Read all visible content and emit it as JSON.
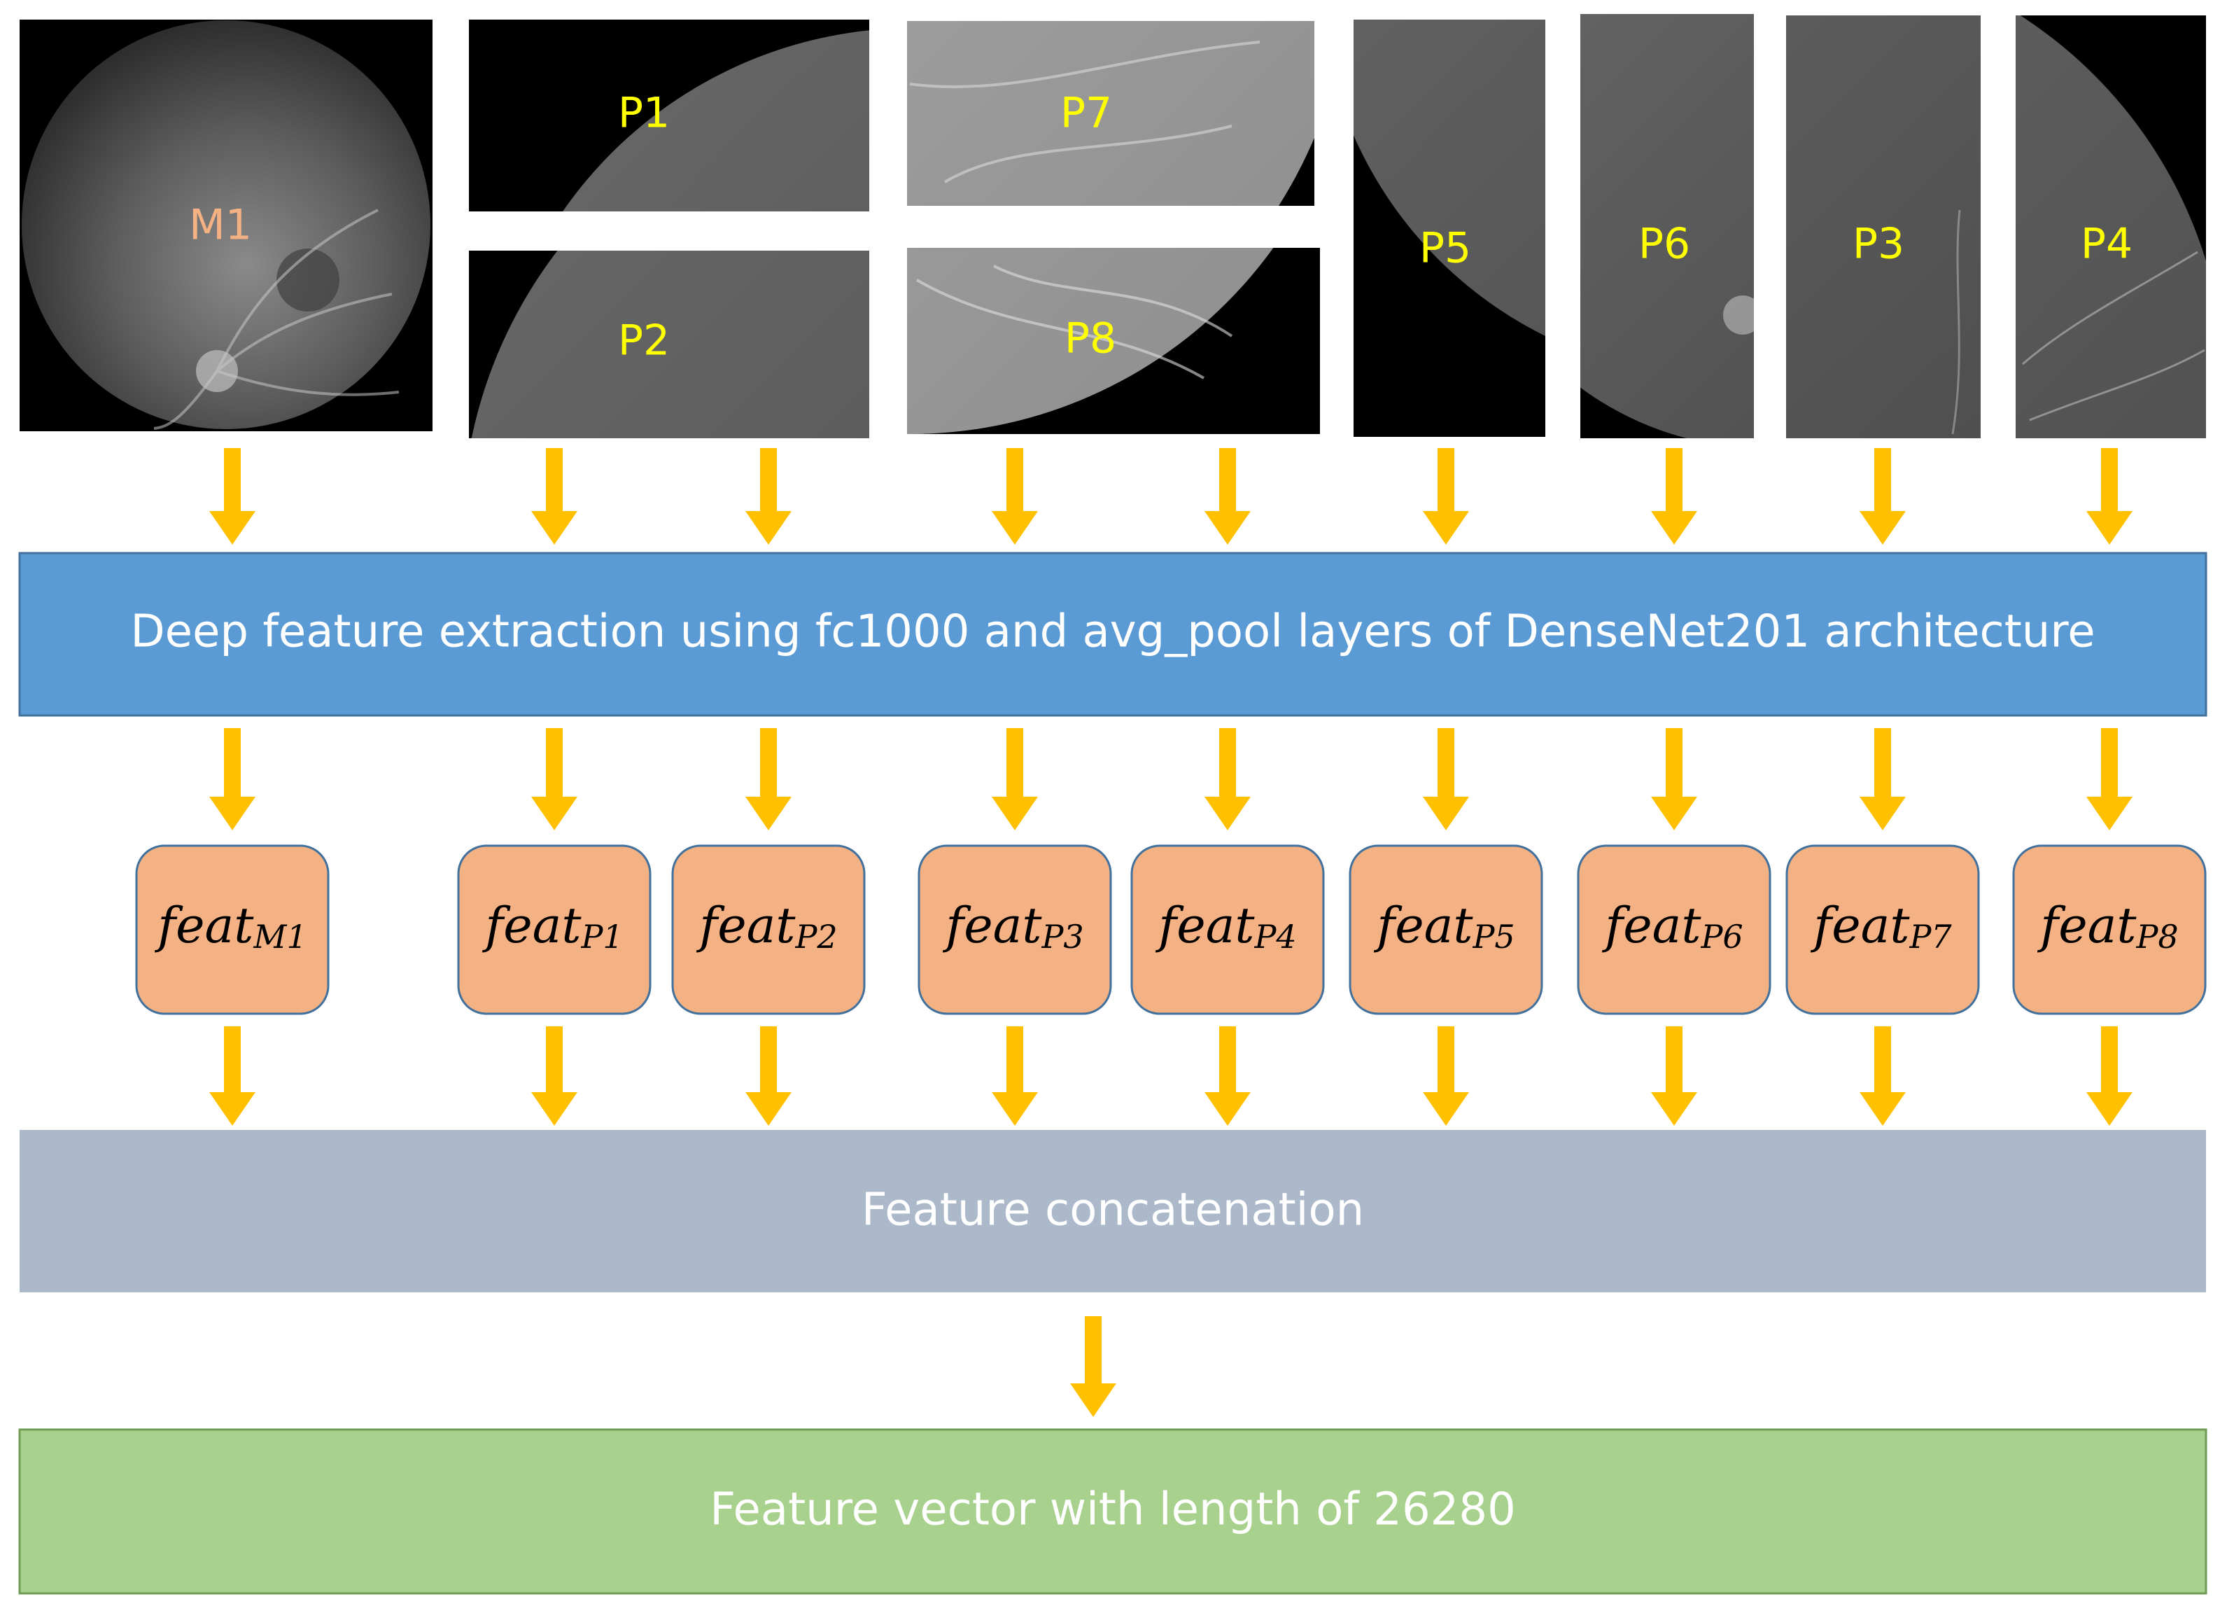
{
  "images": {
    "main": {
      "label": "M1"
    },
    "p1": {
      "label": "P1"
    },
    "p2": {
      "label": "P2"
    },
    "p7": {
      "label": "P7"
    },
    "p8": {
      "label": "P8"
    },
    "p5": {
      "label": "P5"
    },
    "p6": {
      "label": "P6"
    },
    "p3": {
      "label": "P3"
    },
    "p4": {
      "label": "P4"
    }
  },
  "extraction_box": {
    "text": "Deep feature extraction using fc1000 and avg_pool layers of DenseNet201 architecture"
  },
  "feature_boxes": [
    {
      "base": "feat",
      "sub": "M1"
    },
    {
      "base": "feat",
      "sub": "P1"
    },
    {
      "base": "feat",
      "sub": "P2"
    },
    {
      "base": "feat",
      "sub": "P3"
    },
    {
      "base": "feat",
      "sub": "P4"
    },
    {
      "base": "feat",
      "sub": "P5"
    },
    {
      "base": "feat",
      "sub": "P6"
    },
    {
      "base": "feat",
      "sub": "P7"
    },
    {
      "base": "feat",
      "sub": "P8"
    }
  ],
  "concat_box": {
    "text": "Feature concatenation"
  },
  "output_box": {
    "text": "Feature vector with length of 26280"
  },
  "colors": {
    "arrow": "#ffc000",
    "extraction": "#5b9bd5",
    "feature": "#f4b183",
    "concat": "#acb9ca",
    "output": "#a9d18e",
    "label_patch": "#ffff00",
    "label_main": "#f4b183"
  }
}
